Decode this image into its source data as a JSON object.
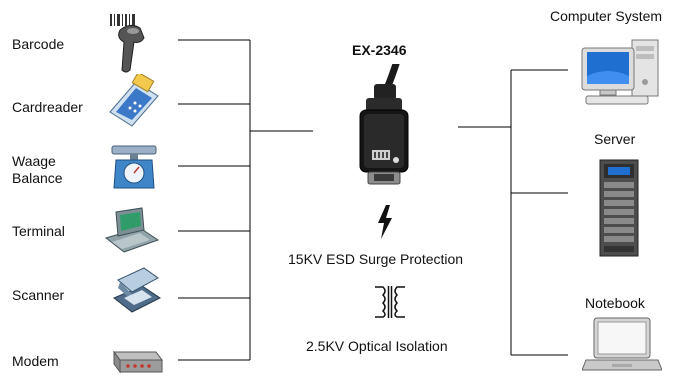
{
  "product": {
    "name": "EX-2346"
  },
  "devices_left": [
    {
      "label": "Barcode",
      "icon": "barcode-scanner-icon"
    },
    {
      "label": "Cardreader",
      "icon": "card-reader-icon"
    },
    {
      "label": "Waage\nBalance",
      "icon": "scale-icon"
    },
    {
      "label": "Terminal",
      "icon": "terminal-icon"
    },
    {
      "label": "Scanner",
      "icon": "flatbed-scanner-icon"
    },
    {
      "label": "Modem",
      "icon": "modem-icon"
    }
  ],
  "devices_right": [
    {
      "label": "Computer System",
      "icon": "computer-icon"
    },
    {
      "label": "Server",
      "icon": "server-rack-icon"
    },
    {
      "label": "Notebook",
      "icon": "notebook-icon"
    }
  ],
  "features": [
    {
      "label": "15KV ESD Surge Protection",
      "icon": "lightning-icon"
    },
    {
      "label": "2.5KV Optical Isolation",
      "icon": "transformer-icon"
    }
  ],
  "colors": {
    "line": "#000000",
    "accent": "#1e6fd0"
  }
}
